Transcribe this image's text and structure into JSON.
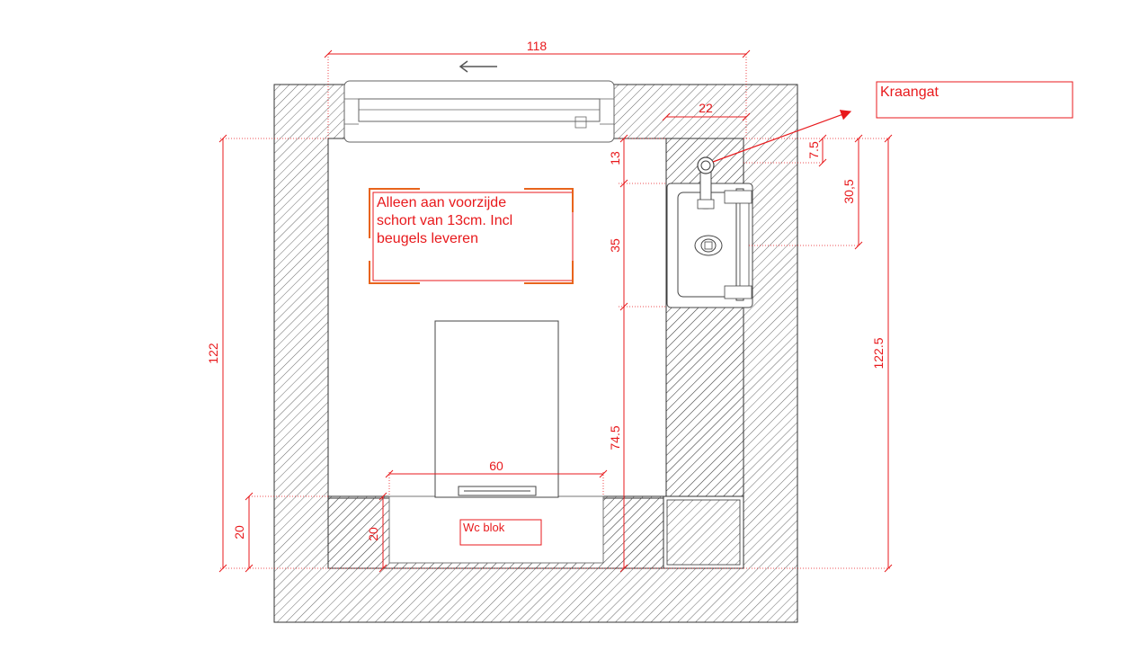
{
  "dimensions": {
    "total_width": "118",
    "cabinet_width": "22",
    "left_height": "122",
    "right_height": "122.5",
    "upper_gap": "13",
    "cabinet_depth": "35",
    "lower_gap": "74.5",
    "tap_offset": "7.5",
    "basin_depth": "30,5",
    "toilet_width": "60",
    "box_height_left": "20",
    "box_height_inner": "20"
  },
  "labels": {
    "tap_hole": "Kraangat",
    "front_note_line1": "Alleen aan voorzijde",
    "front_note_line2": "schort van 13cm. Incl",
    "front_note_line3": "beugels leveren",
    "wc_block": "Wc blok"
  },
  "colors": {
    "dimension": "#e8191c",
    "note_frame": "#e8641c",
    "outline": "#333333"
  },
  "icons": {
    "direction_arrow": "arrow-left-icon",
    "leader_arrow": "arrow-up-right-icon"
  }
}
